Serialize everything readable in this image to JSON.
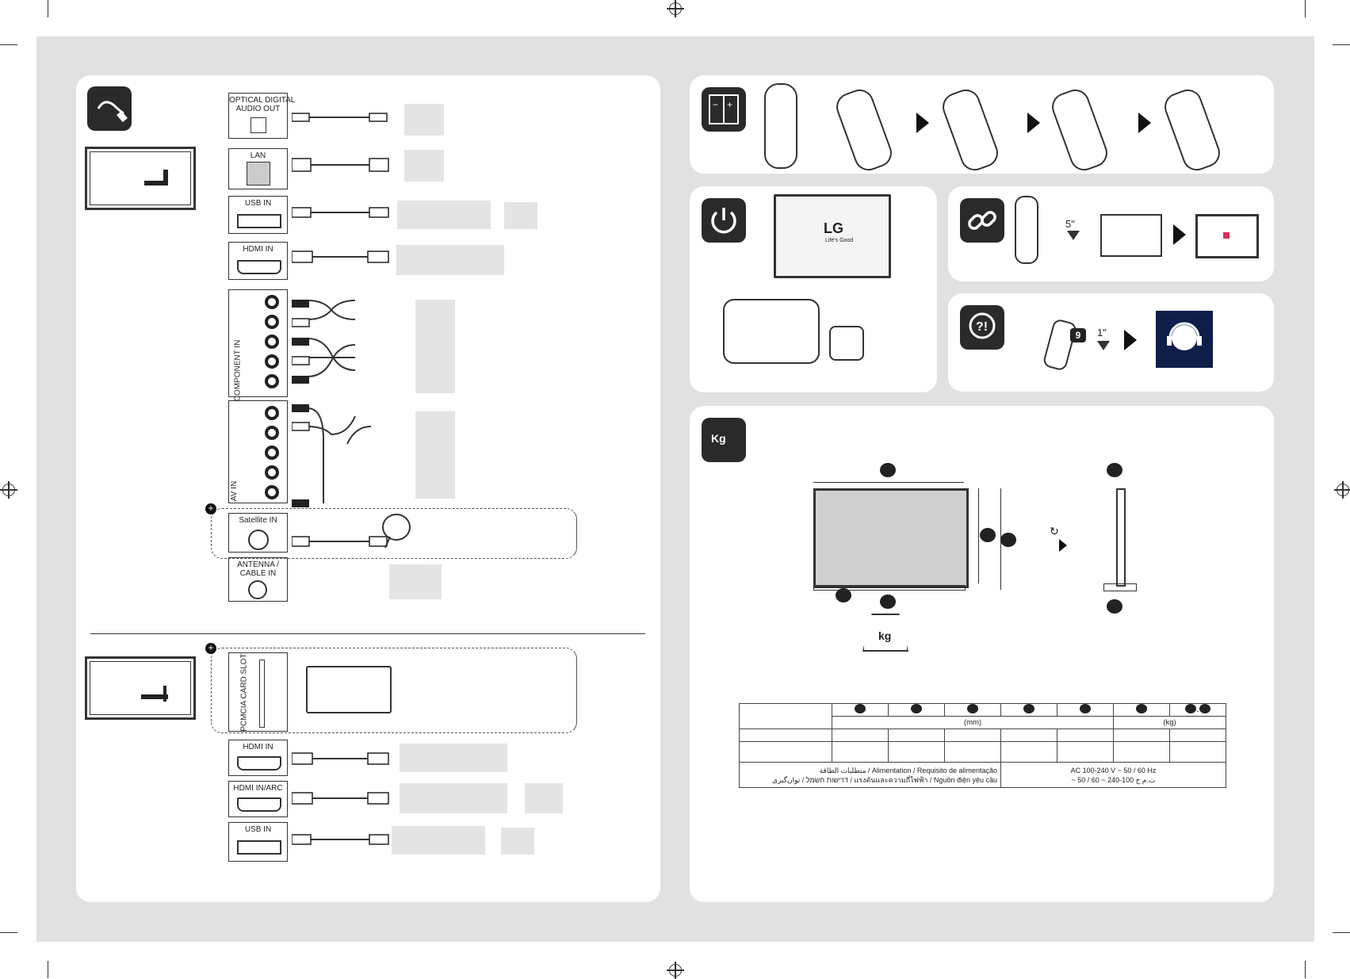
{
  "connections": {
    "optical": "OPTICAL DIGITAL\nAUDIO OUT",
    "lan": "LAN",
    "usb_in": "USB IN",
    "hdmi_in": "HDMI IN",
    "component_in": "COMPONENT IN",
    "av_in": "AV IN",
    "satellite_in": "Satellite IN",
    "antenna": "ANTENNA /\nCABLE IN",
    "pcmcia": "PCMCIA CARD SLOT",
    "hdmi_in_2": "HDMI IN",
    "hdmi_in_arc": "HDMI IN/ARC",
    "usb_in_2": "USB IN"
  },
  "power_panel": {
    "brand": "LG",
    "tagline": "Life's Good"
  },
  "timing": {
    "link_seconds": "5\"",
    "help_seconds": "1\"",
    "help_key": "9"
  },
  "weight_panel": {
    "kg_label": "Kg",
    "scale_label": "kg"
  },
  "spec_table": {
    "unit_mm": "(mm)",
    "unit_kg": "(kg)",
    "power_label_line1": "متطلبات الطاقة / Alimentation / Requisito de alimentação",
    "power_label_line2": "דרישות חשמל / توان‌گیری / แรงดันและความถี่ไฟฟ้า / Nguồn điện yêu cầu",
    "power_value_line1": "AC 100-240 V ~ 50 / 60 Hz",
    "power_value_line2": "~ 50 / 60 ~ 240-100 ت.م ج"
  },
  "colors": {
    "sheet": "#e1e1e1",
    "panel": "#ffffff",
    "icon_dark": "#2a2a2a",
    "device_gray": "#e4e4e4",
    "help_blue": "#0e1e4a",
    "pink": "#d8305a"
  }
}
